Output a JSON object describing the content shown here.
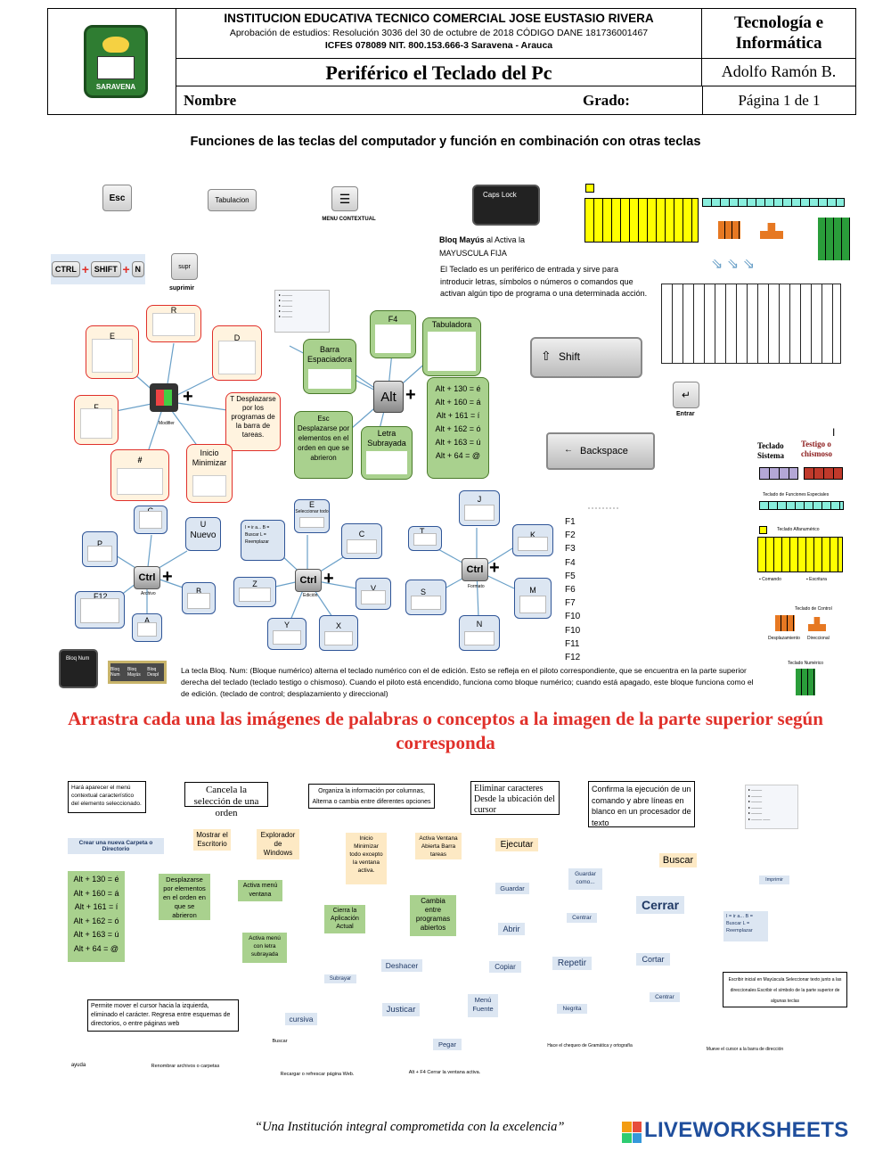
{
  "header": {
    "school": "INSTITUCION EDUCATIVA TECNICO COMERCIAL JOSE EUSTASIO RIVERA",
    "approval": "Aprobación de estudios: Resolución 3036 del 30 de octubre de 2018 CÓDIGO DANE 181736001467",
    "icfes": "ICFES 078089 NIT. 800.153.666-3 Saravena - Arauca",
    "subject": "Tecnología e Informática",
    "title": "Periférico el Teclado del Pc",
    "teacher": "Adolfo Ramón B.",
    "name_label": "Nombre",
    "grade_label": "Grado:",
    "page": "Página 1 de 1",
    "logo_text": "SARAVENA"
  },
  "subtitle": "Funciones de las teclas del computador y función en combinación con otras teclas",
  "keys": {
    "esc": "Esc",
    "tab": "Tabulacion",
    "menu": "MENU CONTEXTUAL",
    "caps": "Caps Lock",
    "ctrl_shift_n": [
      "CTRL",
      "SHIFT",
      "N"
    ],
    "supr": "supr",
    "supr_label": "suprimir",
    "shift": "Shift",
    "backspace": "Backspace",
    "enter": "Entrar",
    "alt": "Alt",
    "ctrl": "Ctrl",
    "bloq_num": "Bloq Num"
  },
  "caps_text": {
    "bold": "Bloq Mayús",
    "rest": " al Activa la MAYUSCULA FIJA"
  },
  "keyboard_text": "El Teclado es un periférico de entrada y sirve para introducir letras, símbolos o números o comandos que activan algún tipo de programa o una determinada acción.",
  "win_cluster": {
    "R": "R",
    "E": "E",
    "D": "D",
    "F": "F",
    "hash": "#",
    "T": "T Desplazarse por los programas de la barra de tareas.",
    "inicio": "Inicio Minimizar",
    "modifier": "Modifier"
  },
  "alt_cluster": {
    "barra": "Barra Espaciadora",
    "f4": "F4",
    "tab": "Tabuladora",
    "esc": "Esc Desplazarse por elementos en el orden en que se abrieron",
    "letra": "Letra Subrayada",
    "codes": [
      "Alt + 130 = é",
      "Alt + 160 = á",
      "Alt + 161 = í",
      "Alt + 162 = ó",
      "Alt + 163 = ú",
      "Alt + 64 = @"
    ]
  },
  "ctrl1": {
    "G": "G",
    "U": "U",
    "nuevo": "Nuevo",
    "P": "P",
    "F12": "F12",
    "A": "A",
    "B": "B",
    "archivo": "Archivo"
  },
  "ctrl2": {
    "I": "I = ir a... B = Buscar L = Reemplazar",
    "E": "E",
    "sel": "Seleccionar todo",
    "C": "C",
    "Z": "Z",
    "V": "V",
    "Y": "Y",
    "X": "X",
    "edicion": "Edición"
  },
  "ctrl3": {
    "J": "J",
    "T": "T",
    "K": "K",
    "S": "S",
    "M": "M",
    "N": "N",
    "formato": "Formato"
  },
  "fkeys": [
    "F1",
    "F2",
    "F3",
    "F4",
    "F5",
    "F6",
    "F7",
    "F10",
    "F10",
    "F11",
    "F12"
  ],
  "right_panel": {
    "sistema": "Teclado Sistema",
    "testigo": "Testigo o chismoso",
    "funciones": "Teclado de Funciones Especiales",
    "alfa": "Teclado Alfanumérico",
    "comando": "Comando",
    "escritura": "Escritura",
    "control": "Teclado de Control",
    "desplaz": "Desplazamiento",
    "direccional": "Direccional",
    "numerico": "Teclado Numérico",
    "marker": "I"
  },
  "bloq_text": "La tecla Bloq. Num: (Bloque numérico) alterna el teclado numérico con el de edición. Esto se refleja en el piloto correspondiente, que se encuentra en la parte superior derecha del teclado (teclado testigo o chismoso). Cuando el piloto está encendido, funciona como bloque numérico; cuando está apagado, este bloque funciona como el de edición. (teclado de control; desplazamiento y direccional)",
  "bloq_mini": [
    "Bloq Num",
    "Bloq Mayús",
    "Bloq Despl"
  ],
  "instruction": "Arrastra cada una las imágenes de palabras o conceptos a la imagen de la parte superior según corresponda",
  "drag_items": {
    "menu_ctx": "Hará aparecer el menú contextual característico del elemento seleccionado.",
    "cancela": "Cancela la selección de una orden",
    "organiza": "Organiza la información por columnas, Alterna o cambia entre diferentes opciones",
    "eliminar": "Eliminar caracteres Desde la ubicación del cursor",
    "confirma": "Confirma la ejecución de un comando y abre líneas en blanco en un procesador de texto",
    "crear": "Crear una nueva Carpeta o Directorio",
    "mostrar": "Mostrar el Escritorio",
    "explorador": "Explorador de Windows",
    "inicio_min": "Inicio Minimizar todo excepto la ventana activa.",
    "activa_ventana": "Activa Ventana Abierta Barra tareas",
    "ejecutar": "Ejecutar",
    "guardar_como": "Guardar como...",
    "buscar": "Buscar",
    "imprimir": "Imprimir",
    "alt_codes": [
      "Alt + 130 = é",
      "Alt + 160 = á",
      "Alt + 161 = í",
      "Alt + 162 = ó",
      "Alt + 163 = ú",
      "Alt + 64 = @"
    ],
    "desplazarse": "Desplazarse por elementos en el orden en que se abrieron",
    "activa_menu": "Activa menú ventana",
    "guardar": "Guardar",
    "centrar1": "Centrar",
    "cerrar": "Cerrar",
    "ir_buscar": "I = ir a... B = Buscar L = Reemplazar",
    "cierra_app": "Cierra la Aplicación Actual",
    "cambia": "Cambia entre programas abiertos",
    "abrir": "Abrir",
    "activa_letra": "Activa menú con letra subrayada",
    "deshacer": "Deshacer",
    "copiar": "Copiar",
    "repetir": "Repetir",
    "cortar": "Cortar",
    "mayus": "Escribir inicial en Mayúscula Seleccionar texto junto a las direccionales Escribir el símbolo de la parte superior de algunas teclas",
    "subrayar": "Subrayar",
    "centrar2": "Centrar",
    "permite": "Permite mover el cursor hacia la izquierda, eliminado el carácter. Regresa entre esquemas de directorios, o entre páginas web",
    "cursiva": "cursiva",
    "justicar": "Justicar",
    "menu_fuente": "Menú Fuente",
    "negrita": "Negrita",
    "buscar2": "Buscar",
    "pegar": "Pegar",
    "gramatica": "Hace el chequeo de Gramática y ortografía",
    "mueve": "Mueve el cursor a la barra de dirección",
    "ayuda": "ayuda",
    "renombrar": "Renombrar archivos o carpetas",
    "recargar": "Recargar o refrescar página Web.",
    "alt_f4": "Alt + F4 Cerrar la ventana activa."
  },
  "footer": {
    "motto": "“Una Institución integral comprometida con la excelencia”",
    "brand": "LIVEWORKSHEETS"
  },
  "colors": {
    "red": "#e0302a",
    "green": "#a9d18e",
    "blue": "#dce6f2",
    "yellow": "#ffff00"
  }
}
